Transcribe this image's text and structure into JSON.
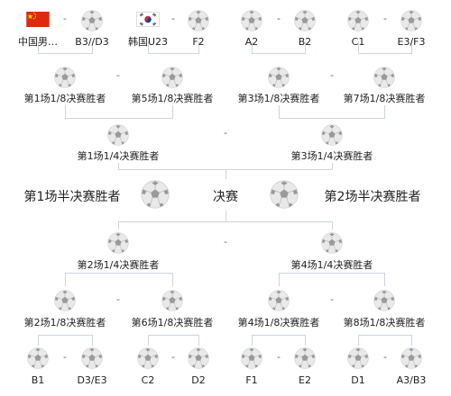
{
  "round_of_16_top": {
    "matches": [
      {
        "left": "中国男…",
        "right": "B3//D3",
        "left_flag": "china",
        "right_flag": ""
      },
      {
        "left": "韩国U23",
        "right": "F2",
        "left_flag": "korea",
        "right_flag": ""
      },
      {
        "left": "A2",
        "right": "B2",
        "left_flag": "",
        "right_flag": ""
      },
      {
        "left": "C1",
        "right": "E3/F3",
        "left_flag": "",
        "right_flag": ""
      }
    ],
    "winners": [
      "第1场1/8决赛胜者",
      "第5场1/8决赛胜者",
      "第3场1/8决赛胜者",
      "第7场1/8决赛胜者"
    ]
  },
  "quarter_top": {
    "winners": [
      "第1场1/4决赛胜者",
      "第3场1/4决赛胜者"
    ]
  },
  "final": {
    "left": "第1场半决赛胜者",
    "title": "决赛",
    "right": "第2场半决赛胜者"
  },
  "quarter_bottom": {
    "winners": [
      "第2场1/4决赛胜者",
      "第4场1/4决赛胜者"
    ]
  },
  "round_of_16_bottom": {
    "winners": [
      "第2场1/8决赛胜者",
      "第6场1/8决赛胜者",
      "第4场1/8决赛胜者",
      "第8场1/8决赛胜者"
    ],
    "matches": [
      {
        "left": "B1",
        "right": "D3/E3"
      },
      {
        "left": "C2",
        "right": "D2"
      },
      {
        "left": "F1",
        "right": "E2"
      },
      {
        "left": "D1",
        "right": "A3/B3"
      }
    ]
  },
  "dash": "-",
  "icons": {
    "ball": "soccer-ball-icon",
    "china": "china-flag-icon",
    "korea": "south-korea-flag-icon"
  },
  "colors": {
    "line": "#c9d6e4",
    "text": "#222222",
    "ball_dark": "#9a9a9a",
    "china_red": "#de2910",
    "china_yellow": "#ffde00"
  }
}
